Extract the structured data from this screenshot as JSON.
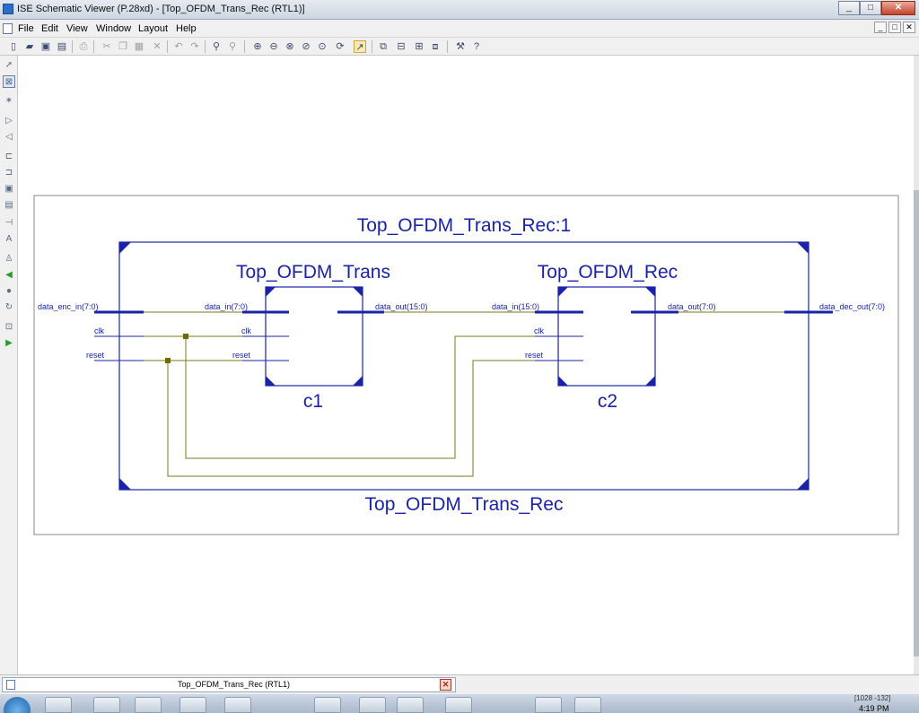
{
  "window": {
    "title": "ISE Schematic Viewer (P.28xd) - [Top_OFDM_Trans_Rec (RTL1)]",
    "buttons": [
      "_",
      "□",
      "✕"
    ]
  },
  "menu": {
    "items": [
      "File",
      "Edit",
      "View",
      "Window",
      "Layout",
      "Help"
    ]
  },
  "toolbar": {
    "icons": [
      "new-icon",
      "open-icon",
      "save-icon",
      "save-all-icon",
      "print-icon",
      "cut-icon",
      "copy-icon",
      "paste-icon",
      "delete-icon",
      "undo-icon",
      "redo-icon",
      "find-icon",
      "find-next-icon",
      "zoom-in-icon",
      "zoom-out-icon",
      "zoom-full-icon",
      "zoom-area-icon",
      "zoom-select-icon",
      "refresh-icon",
      "highlight-icon",
      "cascade-icon",
      "tile-h-icon",
      "tile-v-icon",
      "arrange-icon",
      "settings-icon",
      "help-icon"
    ]
  },
  "schematic": {
    "top_instance": "Top_OFDM_Trans_Rec:1",
    "top_module": "Top_OFDM_Trans_Rec",
    "ports_in": [
      "data_enc_in(7:0)",
      "clk",
      "reset"
    ],
    "port_out": "data_dec_out(7:0)",
    "blocks": [
      {
        "module": "Top_OFDM_Trans",
        "instance": "c1",
        "pins_in": [
          "data_in(7:0)",
          "clk",
          "reset"
        ],
        "pin_out": "data_out(15:0)"
      },
      {
        "module": "Top_OFDM_Rec",
        "instance": "c2",
        "pins_in": [
          "data_in(15:0)",
          "clk",
          "reset"
        ],
        "pin_out": "data_out(7:0)"
      }
    ],
    "colors": {
      "block": "#1a23a8",
      "wire": "#7a7a1a",
      "junction": "#6b6b00",
      "label": "#1a23a8"
    }
  },
  "bottom": {
    "tab_label": "Top_OFDM_Trans_Rec (RTL1)",
    "status_coords": "[1028 -132]",
    "clock": "4:19 PM"
  }
}
